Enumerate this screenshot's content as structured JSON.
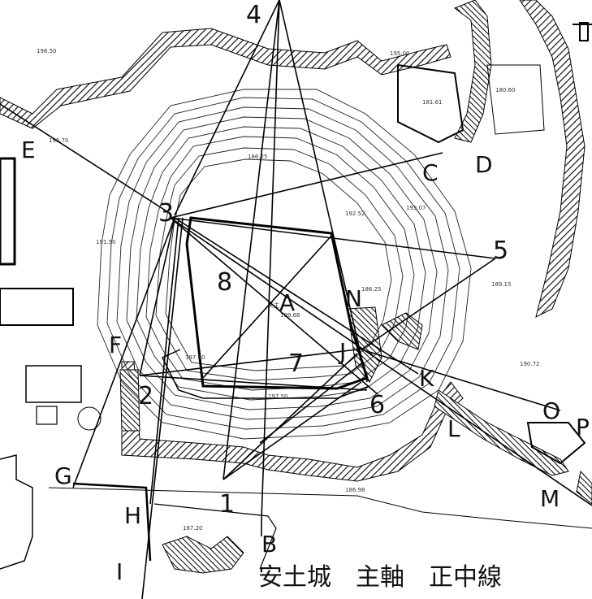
{
  "caption": "安土城　主軸　正中線",
  "markers": {
    "n1": "1",
    "n2": "2",
    "n3": "3",
    "n4": "4",
    "n5": "5",
    "n6": "6",
    "n7": "7",
    "n8": "8",
    "A": "A",
    "B": "B",
    "C": "C",
    "D": "D",
    "E": "E",
    "F": "F",
    "G": "G",
    "H": "H",
    "I": "I",
    "J": "J",
    "K": "K",
    "L": "L",
    "M": "M",
    "N": "N",
    "O": "O",
    "P": "P"
  },
  "map_notes": {
    "tenshu": "天主",
    "elev_top": "199.68",
    "elev_1": "198.50",
    "elev_2": "190.70",
    "elev_3": "195.00",
    "elev_4": "181.61",
    "elev_5": "180.60",
    "elev_6": "186.25",
    "elev_7": "193.07",
    "elev_8": "191.50",
    "elev_9": "197.60",
    "elev_10": "190.72",
    "elev_11": "187.20",
    "elev_12": "186.98",
    "elev_13": "189.15",
    "elev_14": "197.50",
    "elev_15": "186.25",
    "elev_16": "192.52"
  }
}
